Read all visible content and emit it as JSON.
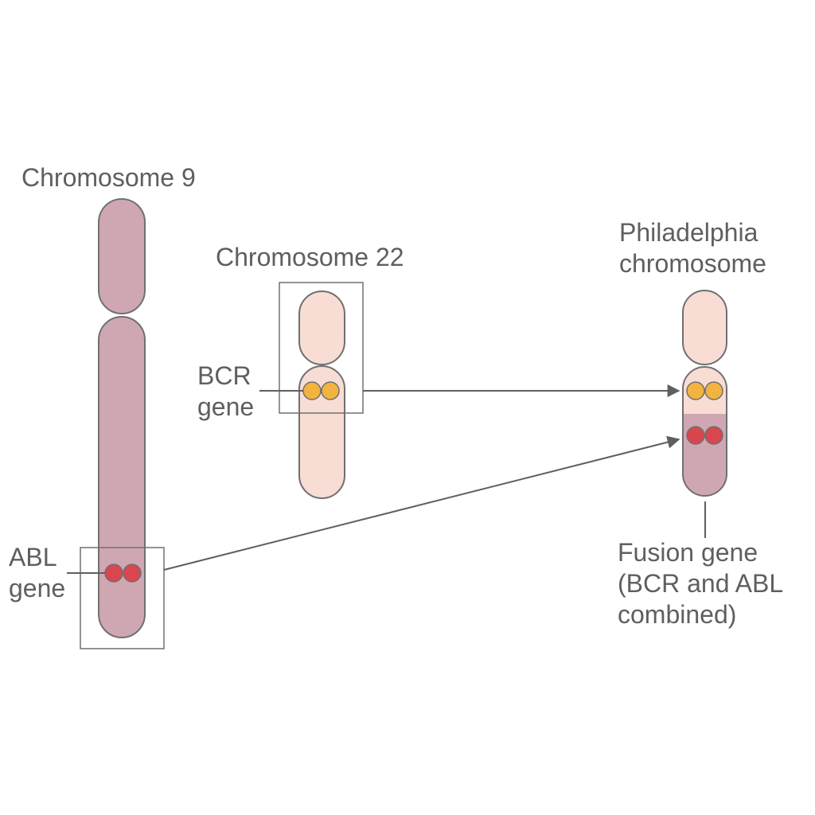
{
  "labels": {
    "chromosome_9": "Chromosome 9",
    "chromosome_22": "Chromosome 22",
    "philadelphia": [
      "Philadelphia",
      "chromosome"
    ],
    "bcr_gene": [
      "BCR",
      "gene"
    ],
    "abl_gene": [
      "ABL",
      "gene"
    ],
    "fusion_gene": [
      "Fusion gene",
      "(BCR and ABL",
      "combined)"
    ]
  },
  "colors": {
    "chromosome_9": "#cfa7b2",
    "chromosome_22": "#f8ddd5",
    "outline": "#707070",
    "bcr_gene": "#f3b33f",
    "abl_gene": "#d8464f",
    "text": "#5f5f5f"
  }
}
